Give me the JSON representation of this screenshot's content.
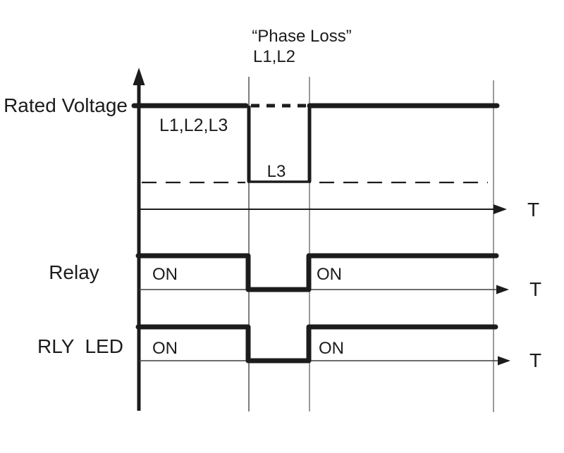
{
  "page": {
    "background": "#ffffff"
  },
  "colors": {
    "ink": "#1c1c1c",
    "guide_line": "#6e6e6e",
    "thin_axis": "#3d3d3d"
  },
  "annotation": {
    "title": "“Phase Loss”",
    "phases": "L1,L2"
  },
  "voltage": {
    "label": "Rated Voltage",
    "phases_all": "L1,L2,L3",
    "phase_dropped": "L3",
    "time_label": "T"
  },
  "relay": {
    "label": "Relay",
    "on_before": "ON",
    "on_after": "ON",
    "time_label": "T"
  },
  "led": {
    "label": "RLY  LED",
    "on_before": "ON",
    "on_after": "ON",
    "time_label": "T"
  },
  "signals": [
    {
      "name": "Rated Voltage",
      "pattern": [
        "high",
        "low (L3 drops, L1,L2 shown dashed at rated)",
        "high"
      ]
    },
    {
      "name": "Relay",
      "pattern": [
        "high",
        "low",
        "high"
      ]
    },
    {
      "name": "RLY LED",
      "pattern": [
        "high",
        "low",
        "high"
      ]
    }
  ]
}
